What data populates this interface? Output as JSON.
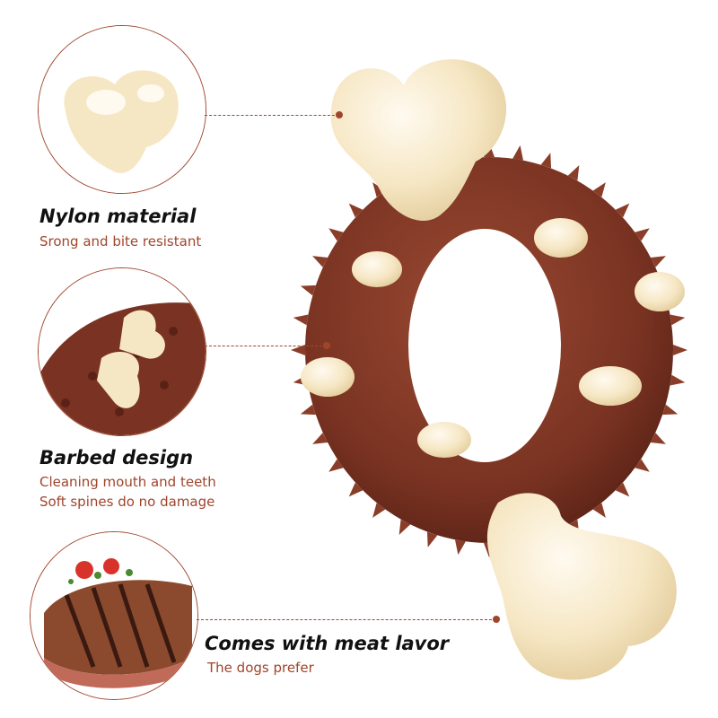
{
  "features": [
    {
      "title": "Nylon material",
      "lines": [
        "Srong and bite resistant"
      ],
      "thumbnail": "bone-end-closeup"
    },
    {
      "title": "Barbed design",
      "lines": [
        "Cleaning mouth and teeth",
        "Soft spines do no damage"
      ],
      "thumbnail": "spiked-ring-closeup"
    },
    {
      "title": "Comes with meat  lavor",
      "lines": [
        "The dogs prefer"
      ],
      "thumbnail": "grilled-steak"
    }
  ],
  "colors": {
    "accent": "#a0452c",
    "bone": "#f6e7c4",
    "rubber": "#7a3322",
    "title_text": "#111111"
  },
  "product": "bone-ring-chew-toy"
}
